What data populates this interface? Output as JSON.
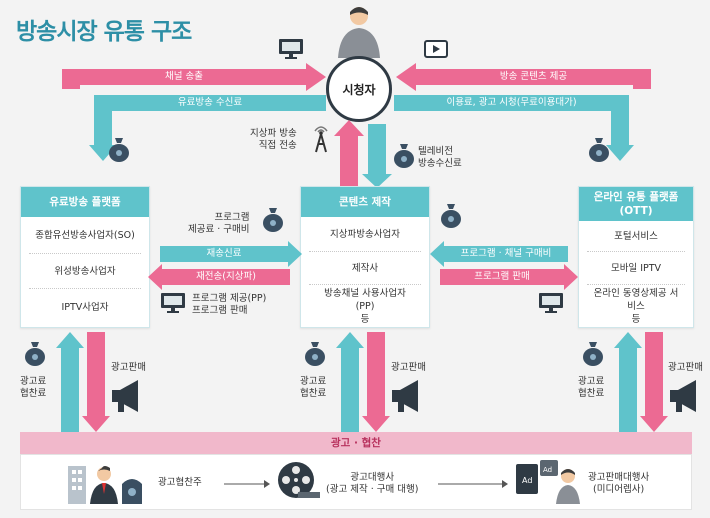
{
  "title": "방송시장 유통 구조",
  "viewer": "시청자",
  "top_left": {
    "out_label": "채널 송출",
    "in_label": "유료방송 수신료"
  },
  "top_right": {
    "out_label": "방송 콘텐츠 제공",
    "in_label": "이용료, 광고 시청(무료이용대가)"
  },
  "center_labels": {
    "terrestrial": [
      "지상파 방송",
      "직접 전송"
    ],
    "tv_fee": [
      "텔레비전",
      "방송수신료"
    ]
  },
  "pay_tv": {
    "header": "유료방송 플랫폼",
    "items": [
      "종합유선방송사업자(SO)",
      "위성방송사업자",
      "IPTV사업자"
    ]
  },
  "content": {
    "header": "콘텐츠 제작",
    "items": [
      "지상파방송사업자",
      "제작사",
      "방송채널 사용사업자(PP) 등"
    ]
  },
  "ott": {
    "header": "온라인 유통 플랫폼 (OTT)",
    "items": [
      "포털서비스",
      "모바일 IPTV",
      "온라인 동영상제공 서비스 등"
    ]
  },
  "mid_left": {
    "fee_label": [
      "프로그램",
      "제공료 · 구매비"
    ],
    "retrans_fee": "재송신료",
    "retrans": "재전송(지상파)",
    "supply_label": [
      "프로그램 제공(PP)",
      "프로그램 판매"
    ]
  },
  "mid_right": {
    "buy": "프로그램 · 채널 구매비",
    "sell": "프로그램 판매"
  },
  "ad_flow": {
    "fee_label": [
      "광고료",
      "협찬료"
    ],
    "sale_label": "광고판매"
  },
  "ad_band": "광고 · 협찬",
  "ad_chain": [
    "광고협찬주",
    "광고대행사 (광고 제작 · 구매 대행)",
    "광고판매대행사 (미디어렙사)"
  ],
  "colors": {
    "pink": "#ec6a93",
    "teal": "#5fc3cb",
    "title": "#2d8fa6",
    "ad_band": "#f1b8cb",
    "ad_text": "#b8325e"
  },
  "icons": [
    "person-icon",
    "tv-icon",
    "play-icon",
    "antenna-icon",
    "money-bag-icon",
    "megaphone-icon",
    "building-icon",
    "film-reel-icon",
    "media-rep-icon"
  ]
}
